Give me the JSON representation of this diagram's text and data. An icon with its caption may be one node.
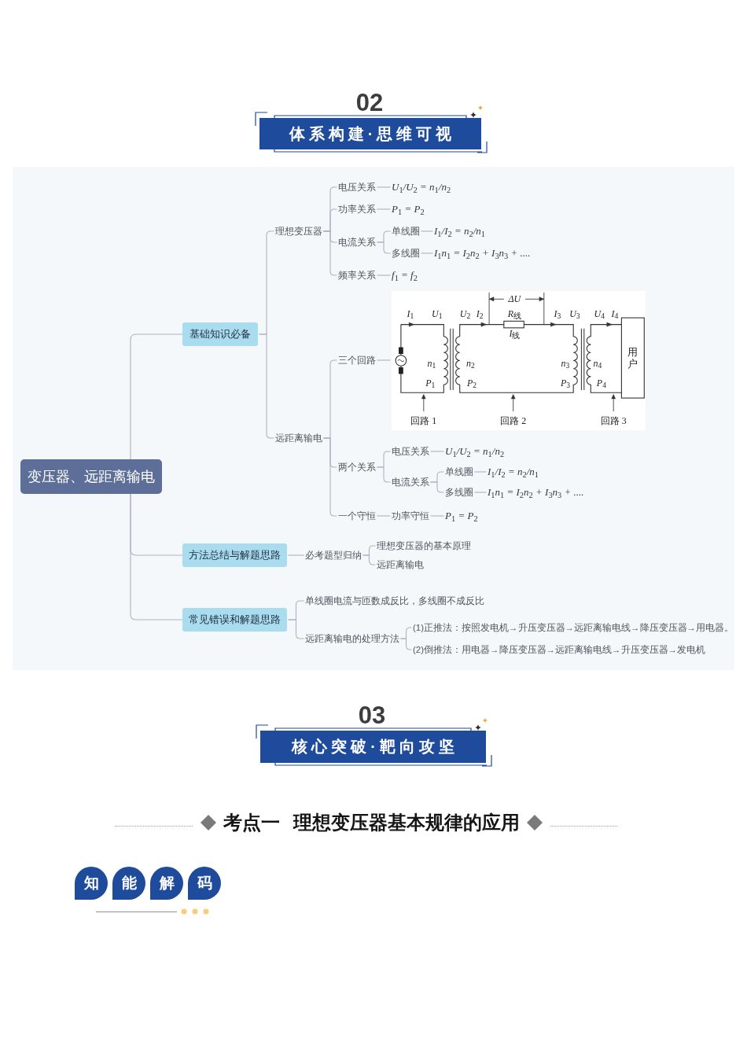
{
  "diagram": {
    "title": "体系构建·思维可视",
    "nodes": [
      {
        "text": [
          "变压器、远距离输电"
        ]
      },
      {
        "text": [
          "基础知识必备"
        ]
      },
      {
        "text": [
          "理想变压器"
        ]
      },
      {
        "text": [
          "电压关系"
        ]
      },
      {
        "text": [
          "U$_{1}$/U$_{2}$ = n$_{1}$/n$_{2}$"
        ]
      },
      {
        "text": [
          "功率关系"
        ]
      },
      {
        "text": [
          "P$_{1}$ = P$_{2}$"
        ]
      },
      {
        "text": [
          "电流关系"
        ]
      },
      {
        "text": [
          "单线圈"
        ]
      },
      {
        "text": [
          "I$_{1}$/I$_{2}$ = n$_{2}$/n$_{1}$"
        ]
      },
      {
        "text": [
          "多线圈"
        ]
      },
      {
        "text": [
          "I$_{1}$n$_{1}$ = I$_{2}$n$_{2}$ + I$_{3}$n$_{3}$ + ...."
        ]
      },
      {
        "text": [
          "频率关系"
        ]
      },
      {
        "text": [
          "f$_{1}$ = f$_{2}$"
        ]
      },
      {
        "text": [
          "远距离输电"
        ]
      },
      {
        "text": [
          "三个回路"
        ]
      },
      {
        "text": [
          "ΔU",
          "I$_{1}$",
          "U$_{1}$",
          "U$_{2}$",
          "I$_{2}$",
          "R$_{线}$",
          "I$_{3}$",
          "U$_{3}$",
          "U$_{4}$",
          "I$_{4}$",
          "I$_{线}$",
          "n$_{1}$",
          "n$_{2}$",
          "n$_{3}$",
          "n$_{4}$",
          "用户",
          "P$_{1}$",
          "P$_{2}$",
          "P$_{3}$",
          "P$_{4}$",
          "回路 1",
          "回路 2",
          "回路 3"
        ]
      },
      {
        "text": [
          "两个关系"
        ]
      },
      {
        "text": [
          "电压关系"
        ]
      },
      {
        "text": [
          "U$_{1}$/U$_{2}$ = n$_{1}$/n$_{2}$"
        ]
      },
      {
        "text": [
          "电流关系"
        ]
      },
      {
        "text": [
          "单线圈"
        ]
      },
      {
        "text": [
          "I$_{1}$/I$_{2}$ = n$_{2}$/n$_{1}$"
        ]
      },
      {
        "text": [
          "多线圈"
        ]
      },
      {
        "text": [
          "I$_{1}$n$_{1}$ = I$_{2}$n$_{2}$ + I$_{3}$n$_{3}$ + ...."
        ]
      },
      {
        "text": [
          "一个守恒"
        ]
      },
      {
        "text": [
          "功率守恒"
        ]
      },
      {
        "text": [
          "P$_{1}$ = P$_{2}$"
        ]
      },
      {
        "text": [
          "方法总结与解题思路"
        ]
      },
      {
        "text": [
          "必考题型归纳"
        ]
      },
      {
        "text": [
          "理想变压器的基本原理"
        ]
      },
      {
        "text": [
          "远距离输电"
        ]
      },
      {
        "text": [
          "常见错误和解题思路"
        ]
      },
      {
        "text": [
          "单线圈电流与匝数成反比，多线圈不成反比"
        ]
      },
      {
        "text": [
          "远距离输电的处理方法"
        ]
      },
      {
        "text": [
          "(1)正推法：按照发电机→升压变压器→远距离输电线→降压变压器→用电器。"
        ]
      },
      {
        "text": [
          "(2)倒推法：用电器→降压变压器→远距离输电线→升压变压器→发电机"
        ]
      }
    ],
    "edges": [
      {
        "from": 0,
        "to": 1,
        "arrow": "none"
      },
      {
        "from": 1,
        "to": 2,
        "arrow": "none"
      },
      {
        "from": 2,
        "to": 3,
        "arrow": "none"
      },
      {
        "from": 3,
        "to": 4,
        "arrow": "none"
      },
      {
        "from": 2,
        "to": 5,
        "arrow": "none"
      },
      {
        "from": 5,
        "to": 6,
        "arrow": "none"
      },
      {
        "from": 2,
        "to": 7,
        "arrow": "none"
      },
      {
        "from": 7,
        "to": 8,
        "arrow": "none"
      },
      {
        "from": 8,
        "to": 9,
        "arrow": "none"
      },
      {
        "from": 7,
        "to": 10,
        "arrow": "none"
      },
      {
        "from": 10,
        "to": 11,
        "arrow": "none"
      },
      {
        "from": 2,
        "to": 12,
        "arrow": "none"
      },
      {
        "from": 12,
        "to": 13,
        "arrow": "none"
      },
      {
        "from": 1,
        "to": 14,
        "arrow": "none"
      },
      {
        "from": 14,
        "to": 15,
        "arrow": "none"
      },
      {
        "from": 15,
        "to": 16,
        "arrow": "none"
      },
      {
        "from": 14,
        "to": 17,
        "arrow": "none"
      },
      {
        "from": 17,
        "to": 18,
        "arrow": "none"
      },
      {
        "from": 18,
        "to": 19,
        "arrow": "none"
      },
      {
        "from": 17,
        "to": 20,
        "arrow": "none"
      },
      {
        "from": 20,
        "to": 21,
        "arrow": "none"
      },
      {
        "from": 21,
        "to": 22,
        "arrow": "none"
      },
      {
        "from": 20,
        "to": 23,
        "arrow": "none"
      },
      {
        "from": 23,
        "to": 24,
        "arrow": "none"
      },
      {
        "from": 14,
        "to": 25,
        "arrow": "none"
      },
      {
        "from": 25,
        "to": 26,
        "arrow": "none"
      },
      {
        "from": 26,
        "to": 27,
        "arrow": "none"
      },
      {
        "from": 0,
        "to": 28,
        "arrow": "none"
      },
      {
        "from": 28,
        "to": 29,
        "arrow": "none"
      },
      {
        "from": 29,
        "to": 30,
        "arrow": "none"
      },
      {
        "from": 29,
        "to": 31,
        "arrow": "none"
      },
      {
        "from": 0,
        "to": 32,
        "arrow": "none"
      },
      {
        "from": 32,
        "to": 33,
        "arrow": "none"
      },
      {
        "from": 32,
        "to": 34,
        "arrow": "none"
      },
      {
        "from": 34,
        "to": 35,
        "arrow": "none"
      },
      {
        "from": 34,
        "to": 36,
        "arrow": "none"
      }
    ],
    "labels": [
      "02",
      "03",
      "核心突破·靶向攻坚",
      "考点一 理想变压器基本规律的应用",
      "知",
      "能",
      "解",
      "码"
    ]
  }
}
